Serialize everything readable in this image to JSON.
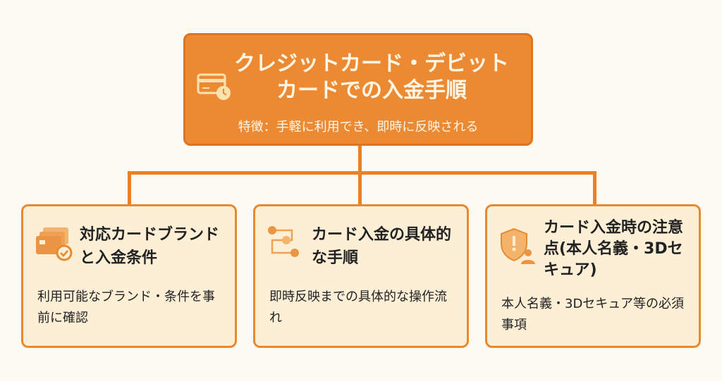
{
  "root": {
    "title": "クレジットカード・デビットカードでの入金手順",
    "subtitle": "特徴：手軽に利用でき、即時に反映される",
    "icon": "credit-card-clock-icon"
  },
  "children": [
    {
      "title": "対応カードブランドと入金条件",
      "desc": "利用可能なブランド・条件を事前に確認",
      "icon": "cards-check-icon"
    },
    {
      "title": "カード入金の具体的な手順",
      "desc": "即時反映までの具体的な操作流れ",
      "icon": "numbered-steps-icon"
    },
    {
      "title": "カード入金時の注意点(本人名義・3Dセキュア)",
      "desc": "本人名義・3Dセキュア等の必須事項",
      "icon": "shield-user-icon"
    }
  ],
  "colors": {
    "accent": "#ec8a34",
    "card": "#fdefd5",
    "background": "#fdf9f3"
  }
}
